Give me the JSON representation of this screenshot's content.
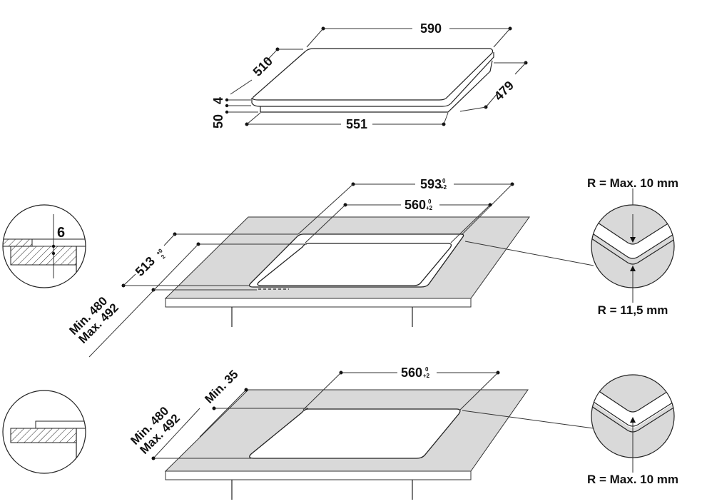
{
  "hob": {
    "width": "590",
    "depth": "510",
    "glass": "4",
    "box_height": "50",
    "body_width": "551",
    "body_depth": "479"
  },
  "cutout_a": {
    "outer_width": "593",
    "outer_tol_top": "0",
    "outer_tol_bottom": "+2",
    "inner_width": "560",
    "inner_tol_top": "0",
    "inner_tol_bottom": "+2",
    "depth": "513",
    "depth_tol_top": "+0",
    "depth_tol_bottom": "2",
    "min": "Min. 480",
    "max": "Max. 492",
    "detail_value": "6",
    "radius_top": "R = Max. 10 mm",
    "radius_bottom": "R = 11,5 mm"
  },
  "cutout_b": {
    "width": "560",
    "tol_top": "0",
    "tol_bottom": "+2",
    "min_back": "Min. 35",
    "min": "Min. 480",
    "max": "Max. 492",
    "radius": "R = Max. 10 mm"
  },
  "colors": {
    "worktop": "#d9d9d9",
    "line": "#222222"
  }
}
